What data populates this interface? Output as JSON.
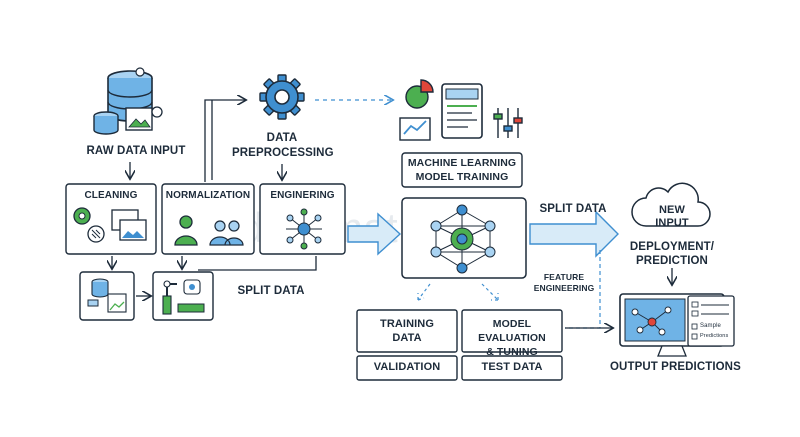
{
  "labels": {
    "raw_data_input": "RAW DATA INPUT",
    "data_preprocessing": "DATA\nPREPROCESSING",
    "ml_training": "MACHINE LEARNING\nMODEL TRAINING",
    "cleaning": "CLEANING",
    "normalization": "NORMALIZATION",
    "engineering": "ENGINERING",
    "split_data_top": "SPLIT DATA",
    "split_data_bottom": "SPLIT DATA",
    "feature_engineering": "FEATURE\nENGINEERING",
    "new_input": "NEW\nINPUT",
    "deployment": "DEPLOYMENT/\nPREDICTION",
    "training_data": "TRAINING\nDATA",
    "model_evaluation": "MODEL EVALUATION\n& TUNING",
    "validation": "VALIDATION",
    "test_data": "TEST DATA",
    "output_predictions": "OUTPUT PREDICTIONS",
    "sample": "Sample",
    "predictions": "Predictions"
  },
  "watermark": "dreamstime",
  "colors": {
    "line": "#1d2b3a",
    "blue": "#3f8fd0",
    "light_blue": "#a9d3f2",
    "green": "#4caf50",
    "red": "#e0463a",
    "arrow_fill": "#d8ebf8"
  }
}
